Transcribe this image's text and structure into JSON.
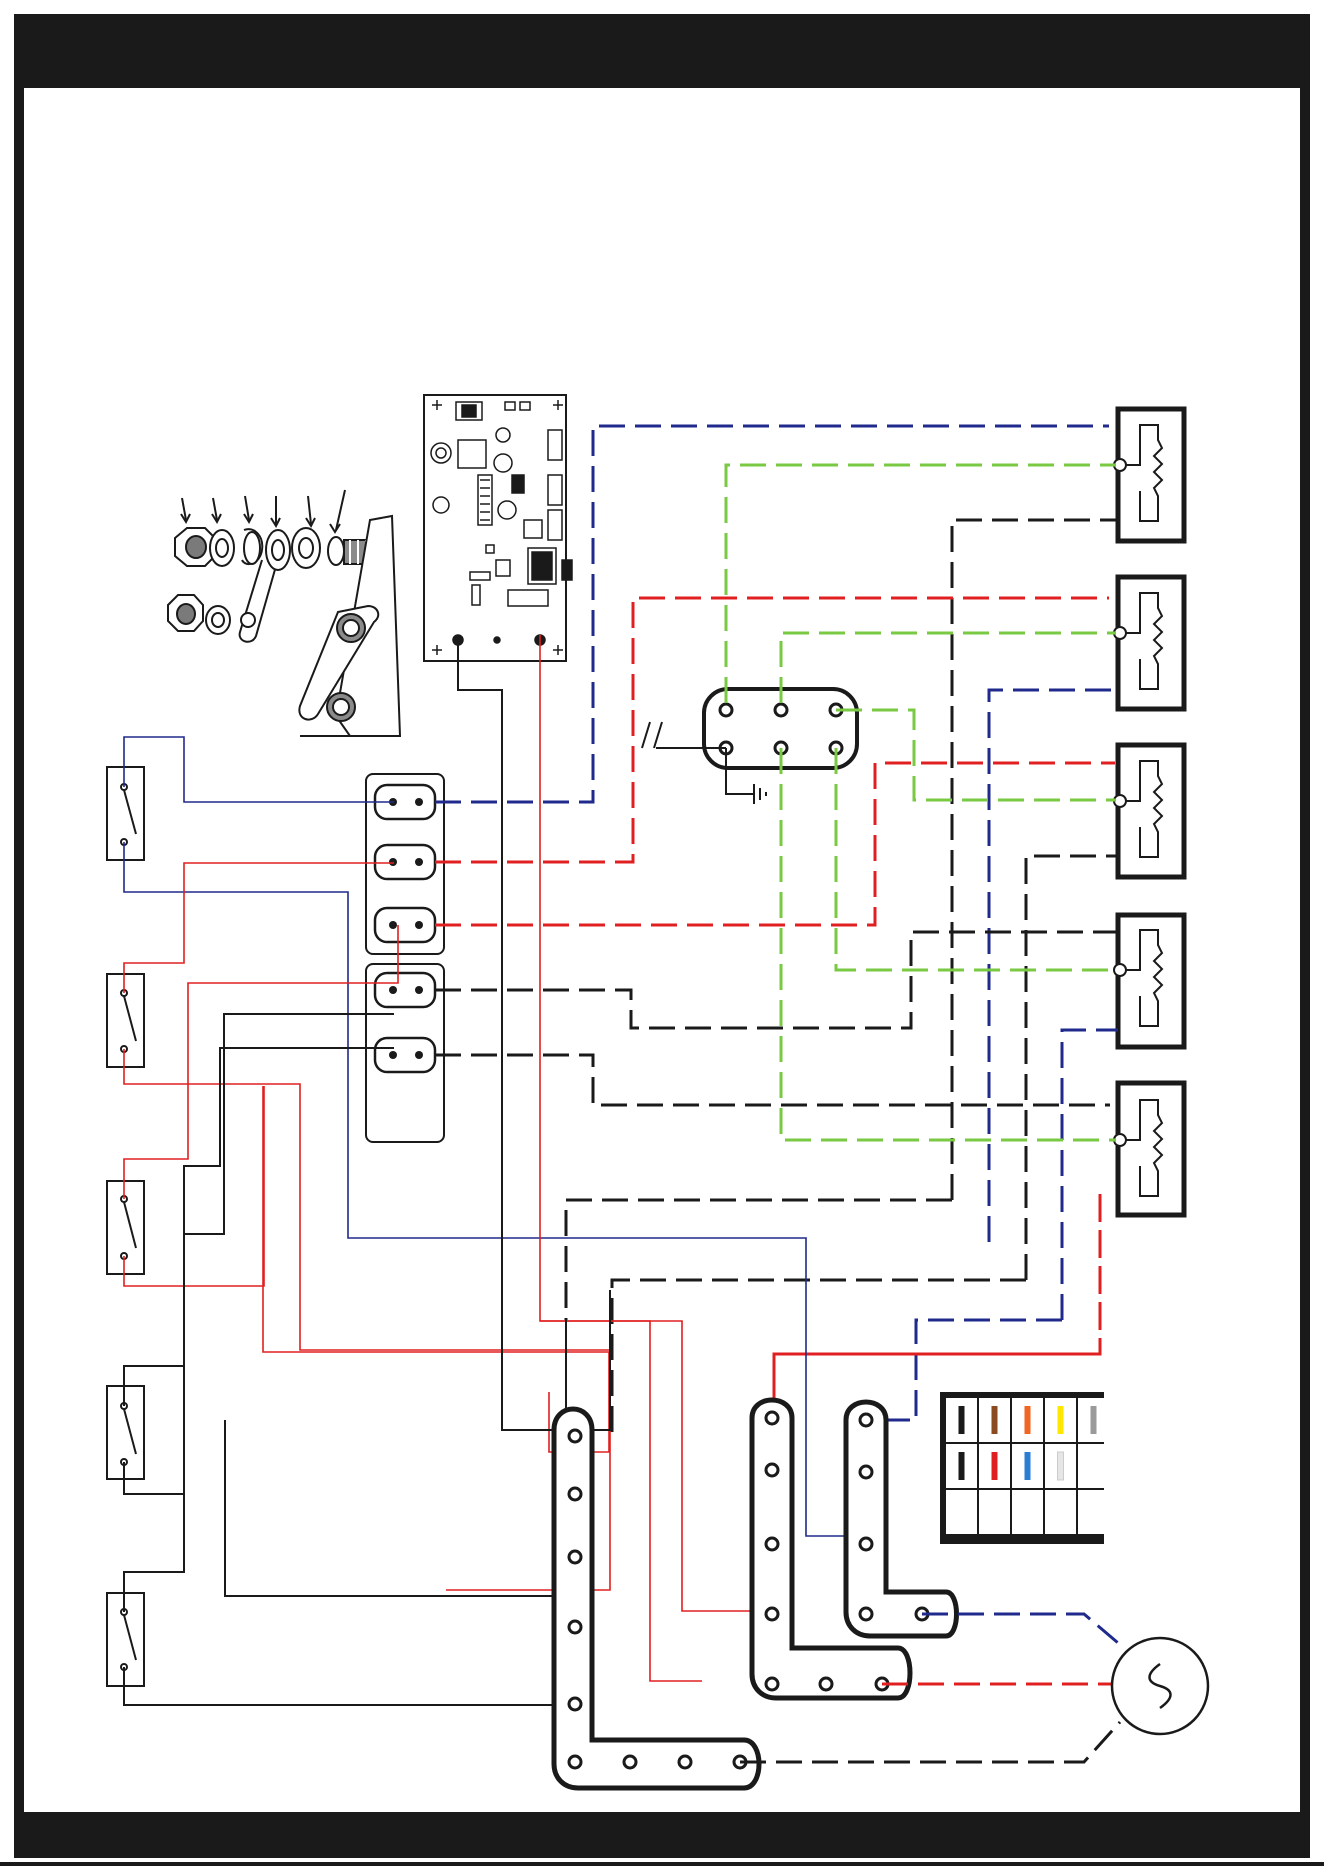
{
  "diagram": {
    "kind": "wiring-diagram",
    "text_labels": [],
    "colors": {
      "frame": "#1a1a1a",
      "wire_blue": "#1f2a8c",
      "wire_red": "#e02020",
      "wire_green": "#7ac943",
      "wire_black": "#1a1a1a"
    },
    "components": {
      "control_board": {
        "name": "control-pcb"
      },
      "switches": [
        {
          "name": "switch-1"
        },
        {
          "name": "switch-2"
        },
        {
          "name": "switch-3"
        },
        {
          "name": "switch-4"
        },
        {
          "name": "switch-5"
        }
      ],
      "heating_elements": [
        {
          "name": "element-1"
        },
        {
          "name": "element-2"
        },
        {
          "name": "element-3"
        },
        {
          "name": "element-4"
        },
        {
          "name": "element-5"
        }
      ],
      "power_source": {
        "name": "ac-source",
        "symbol": "~"
      },
      "terminal_strips": [
        "left-terminal-comb",
        "middle-terminal-comb",
        "right-terminal-comb"
      ],
      "color_legend": {
        "name": "wire-color-legend",
        "swatches": [
          "#1a1a1a",
          "#8b4a1f",
          "#f26522",
          "#ffe600",
          "#9a9a9a",
          "#1a1a1a",
          "#e02020",
          "#2a7fd4",
          "#e6e6e6"
        ]
      }
    }
  }
}
